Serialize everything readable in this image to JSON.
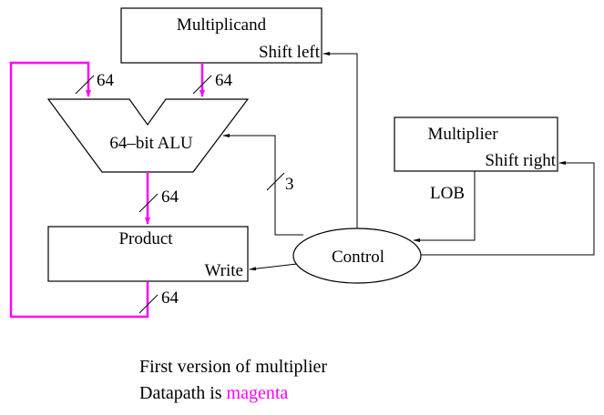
{
  "colors": {
    "datapath": "#ff00ff",
    "control": "#000000",
    "background": "#ffffff"
  },
  "blocks": {
    "multiplicand": {
      "title": "Multiplicand",
      "control_label": "Shift left"
    },
    "alu": {
      "title": "64–bit ALU"
    },
    "product": {
      "title": "Product",
      "control_label": "Write"
    },
    "multiplier": {
      "title": "Multiplier",
      "control_label": "Shift right"
    },
    "control": {
      "title": "Control"
    }
  },
  "bus_widths": {
    "feedback_to_alu": "64",
    "multiplicand_to_alu": "64",
    "alu_to_product": "64",
    "product_out": "64",
    "control_to_alu": "3"
  },
  "signals": {
    "multiplier_lob": "LOB"
  },
  "caption": {
    "line1": "First version of multiplier",
    "line2_prefix": "Datapath is ",
    "line2_highlight": "magenta"
  }
}
